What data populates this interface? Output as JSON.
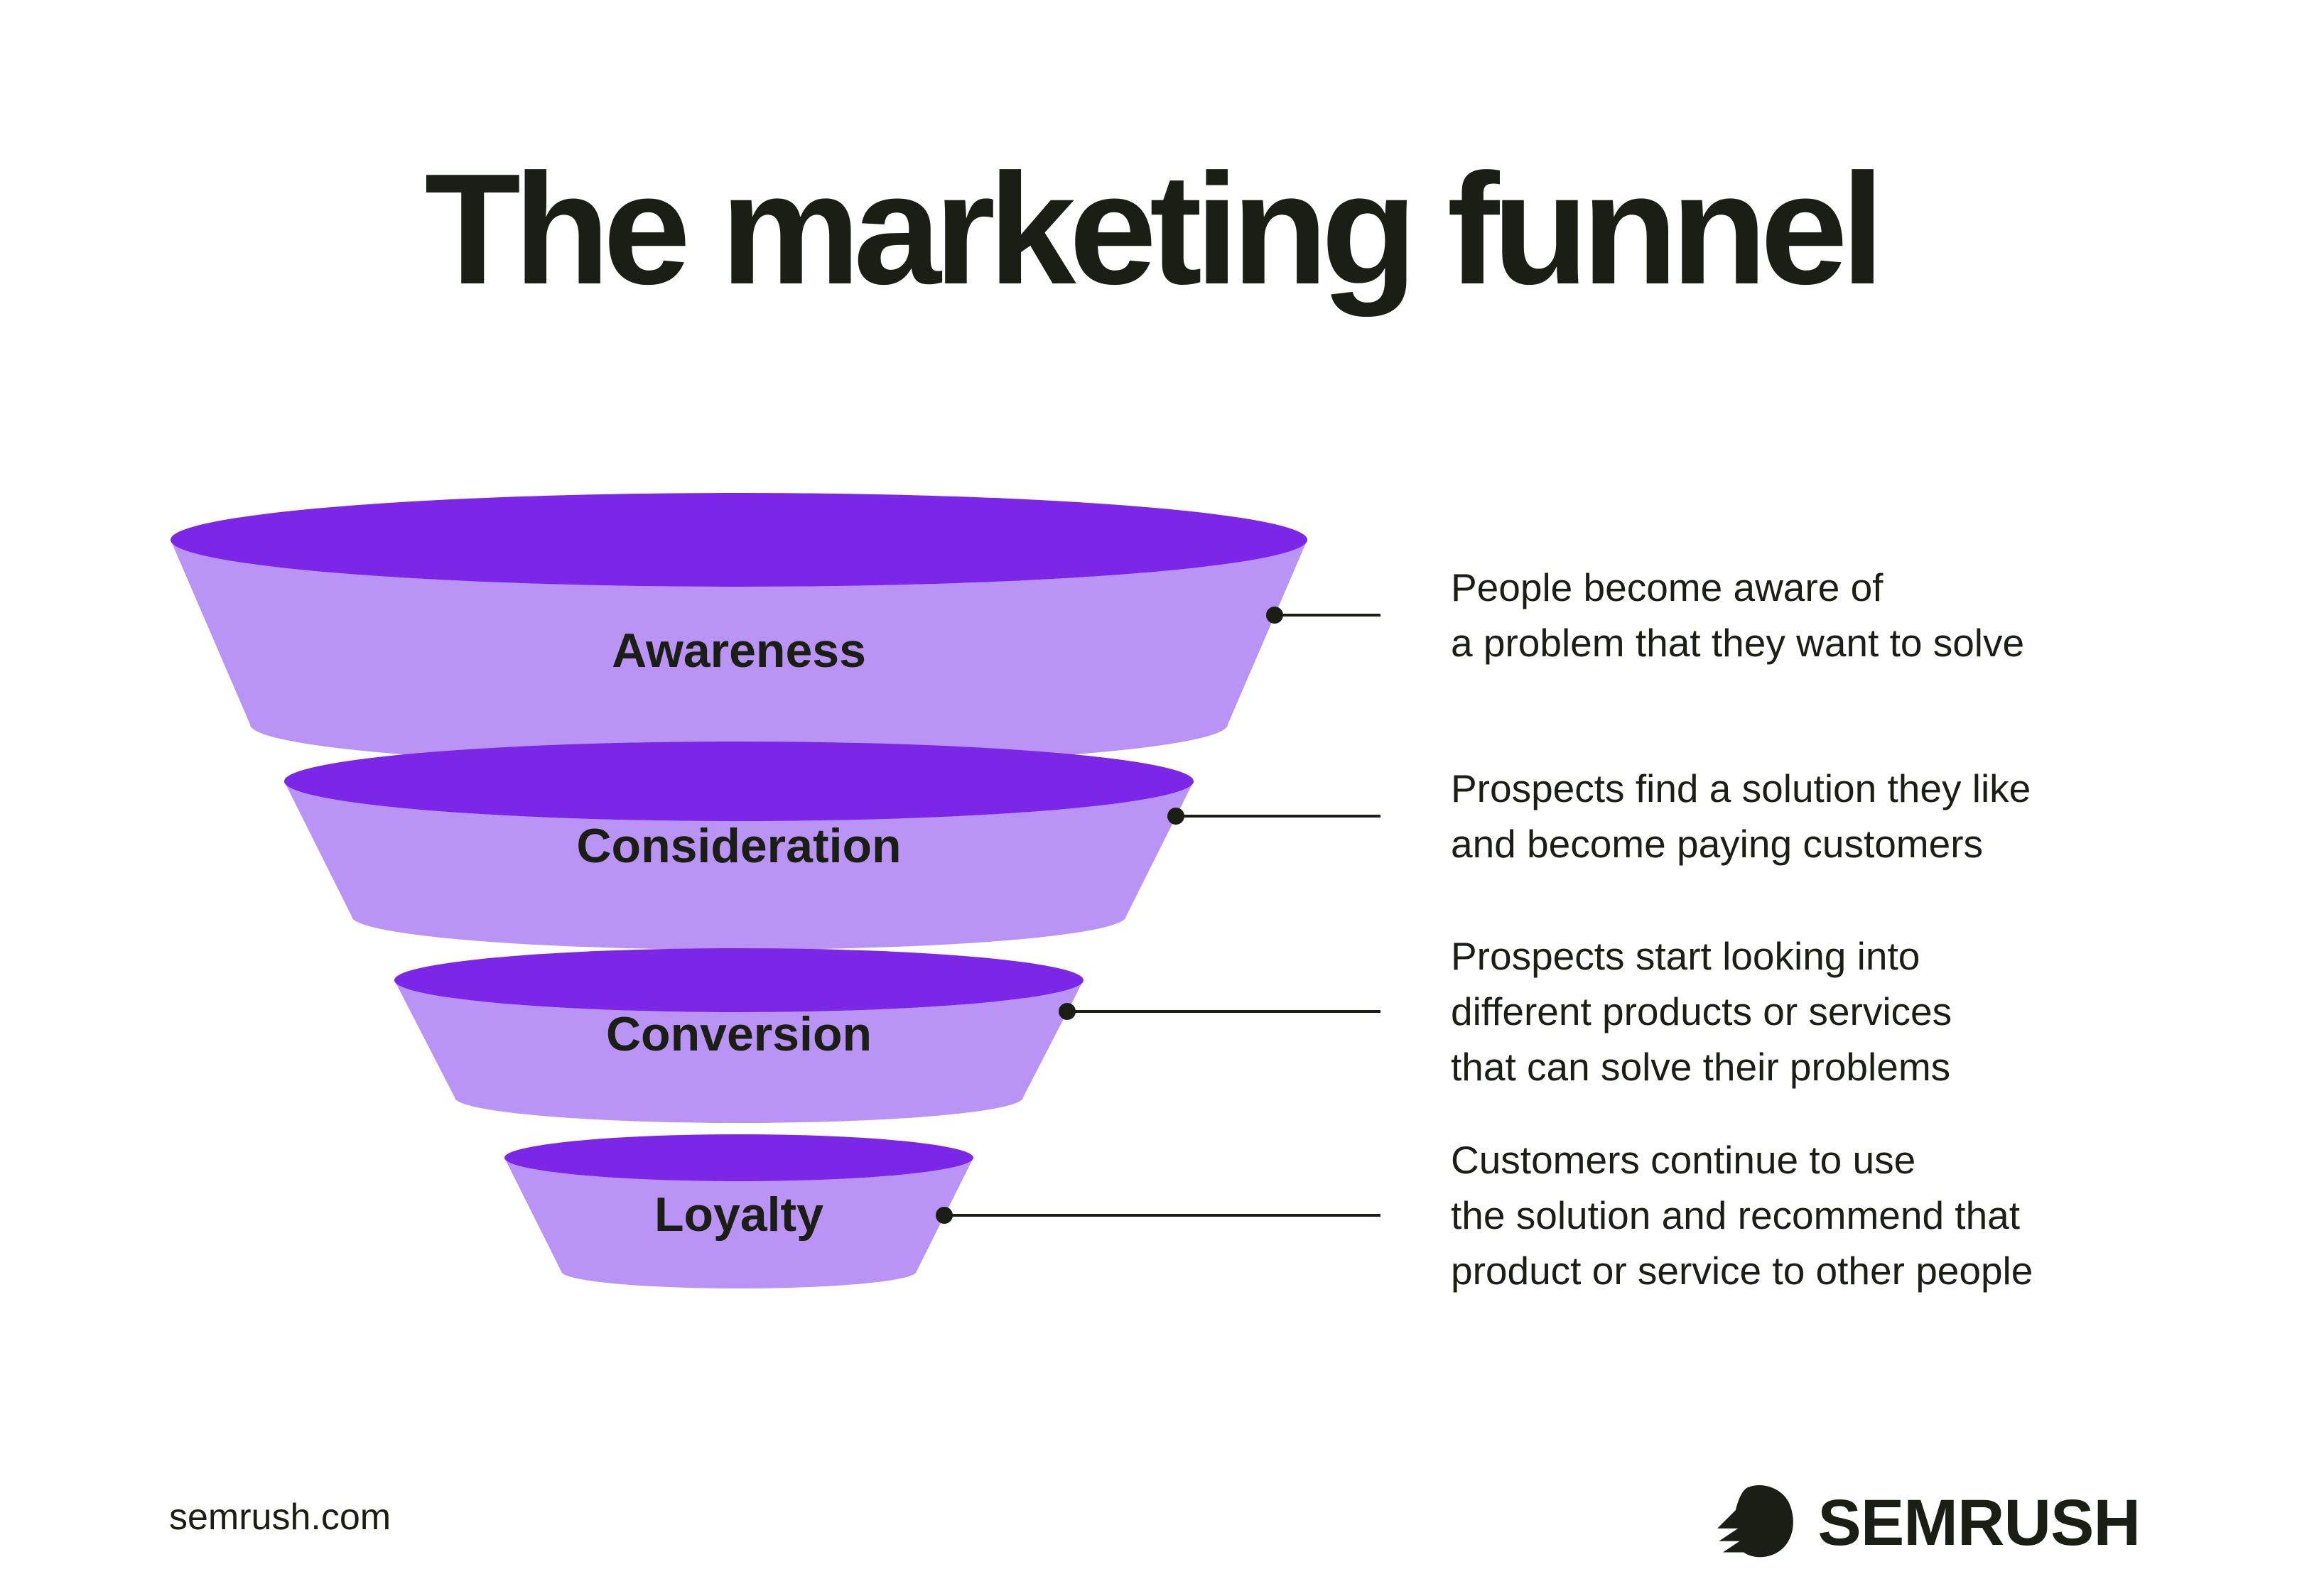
{
  "title": "The marketing funnel",
  "colors": {
    "funnel_top": "#7c26e8",
    "funnel_body": "#ba94f5",
    "ink": "#1b1e15",
    "background": "#ffffff"
  },
  "funnel": {
    "stages": [
      {
        "label": "Awareness",
        "lines": [
          "People become aware of",
          "a problem that they want to solve"
        ]
      },
      {
        "label": "Consideration",
        "lines": [
          "Prospects find a solution they like",
          "and become paying customers"
        ]
      },
      {
        "label": "Conversion",
        "lines": [
          "Prospects start looking into",
          "different products or services",
          "that can solve their problems"
        ]
      },
      {
        "label": "Loyalty",
        "lines": [
          "Customers continue to use",
          "the solution and recommend that",
          "product or service to other people"
        ]
      }
    ]
  },
  "footer": {
    "website": "semrush.com",
    "brand": "SEMRUSH"
  }
}
